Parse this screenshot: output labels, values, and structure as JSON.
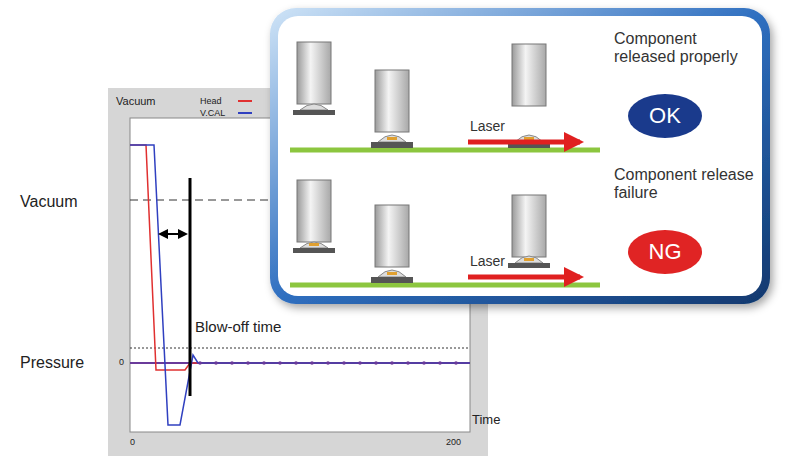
{
  "diagram": {
    "nodes": [
      {
        "text": [
          "OK"
        ]
      },
      {
        "text": [
          "NG"
        ]
      }
    ],
    "edges": [],
    "labels": [
      "Vacuum",
      "Vacuum",
      "Pressure",
      "0",
      "Blow-off time",
      "Time",
      "0",
      "200",
      "Component released properly",
      "Laser",
      "Component release failure",
      "Laser"
    ],
    "legend": [
      {
        "text": "Head",
        "color": "#e03030"
      },
      {
        "text": "V.CAL",
        "color": "#3040c0"
      }
    ]
  }
}
